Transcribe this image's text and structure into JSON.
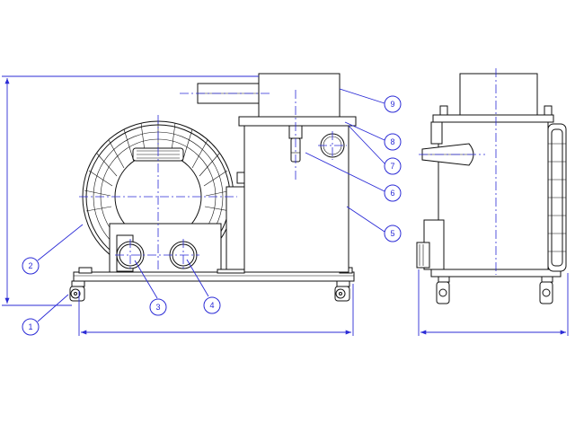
{
  "callouts": [
    {
      "label": "1"
    },
    {
      "label": "2"
    },
    {
      "label": "3"
    },
    {
      "label": "4"
    },
    {
      "label": "5"
    },
    {
      "label": "6"
    },
    {
      "label": "7"
    },
    {
      "label": "8"
    },
    {
      "label": "9"
    }
  ],
  "colors": {
    "drawing": "#111111",
    "dimension": "#2b2bd6",
    "background": "#ffffff"
  }
}
